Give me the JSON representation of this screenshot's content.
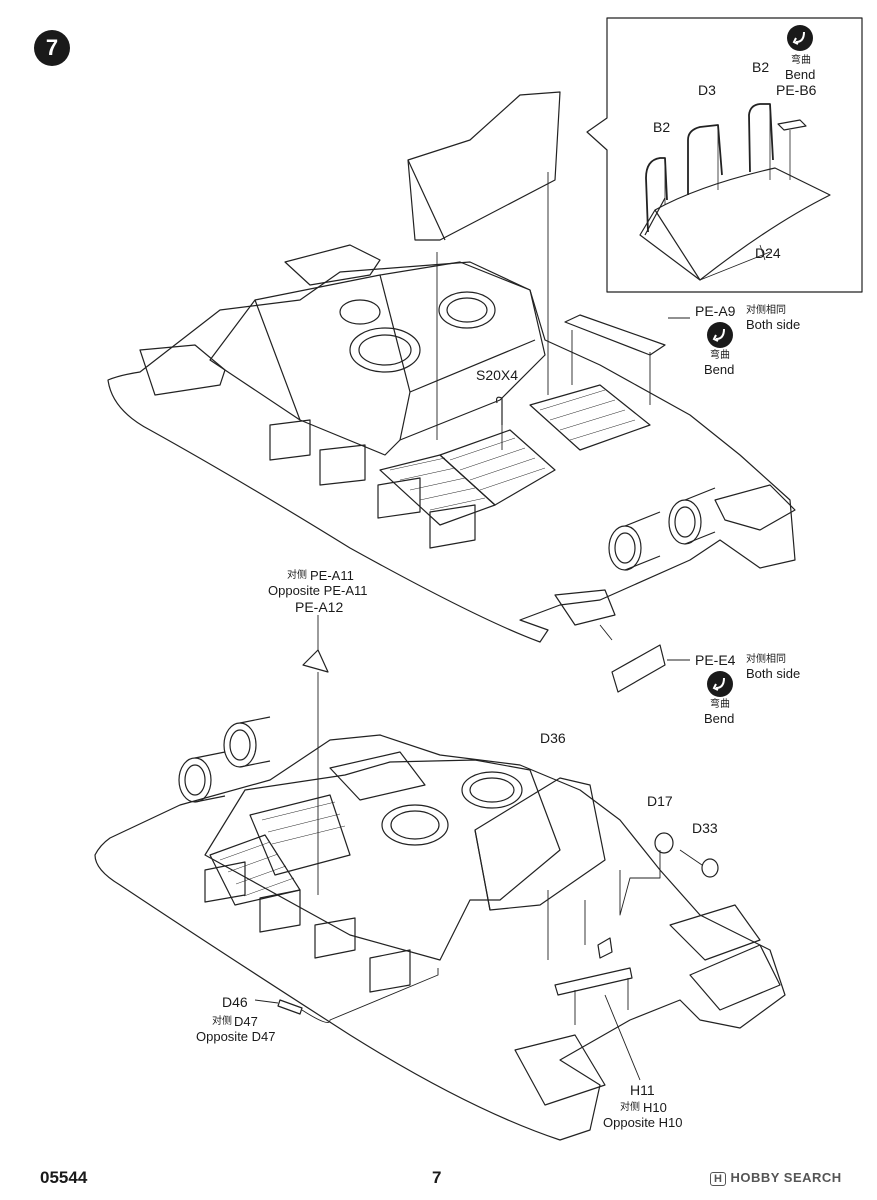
{
  "step": {
    "number": "7"
  },
  "inset": {
    "bend_cn": "弯曲",
    "bend_en": "Bend",
    "labels": {
      "b2_left": "B2",
      "d3": "D3",
      "b2_right": "B2",
      "pe_b6": "PE-B6",
      "d24": "D24"
    }
  },
  "upper": {
    "pe_a9": "PE-A9",
    "pe_a9_cn": "对侧相同",
    "pe_a9_en": "Both side",
    "pe_a9_bend_cn": "弯曲",
    "pe_a9_bend_en": "Bend",
    "s20x4": "S20X4",
    "pe_e4": "PE-E4",
    "pe_e4_cn": "对侧相同",
    "pe_e4_en": "Both side",
    "pe_e4_bend_cn": "弯曲",
    "pe_e4_bend_en": "Bend"
  },
  "lower": {
    "pe_a11_cn": "对侧",
    "pe_a11": "PE-A11",
    "pe_a11_en": "Opposite PE-A11",
    "pe_a12": "PE-A12",
    "d36": "D36",
    "d17": "D17",
    "d33": "D33",
    "d46": "D46",
    "d47_cn": "对侧",
    "d47": "D47",
    "d47_en": "Opposite D47",
    "h11": "H11",
    "h10_cn": "对侧",
    "h10": "H10",
    "h10_en": "Opposite H10"
  },
  "footer": {
    "code": "05544",
    "page": "7",
    "watermark_box": "H",
    "watermark": "HOBBY SEARCH"
  }
}
